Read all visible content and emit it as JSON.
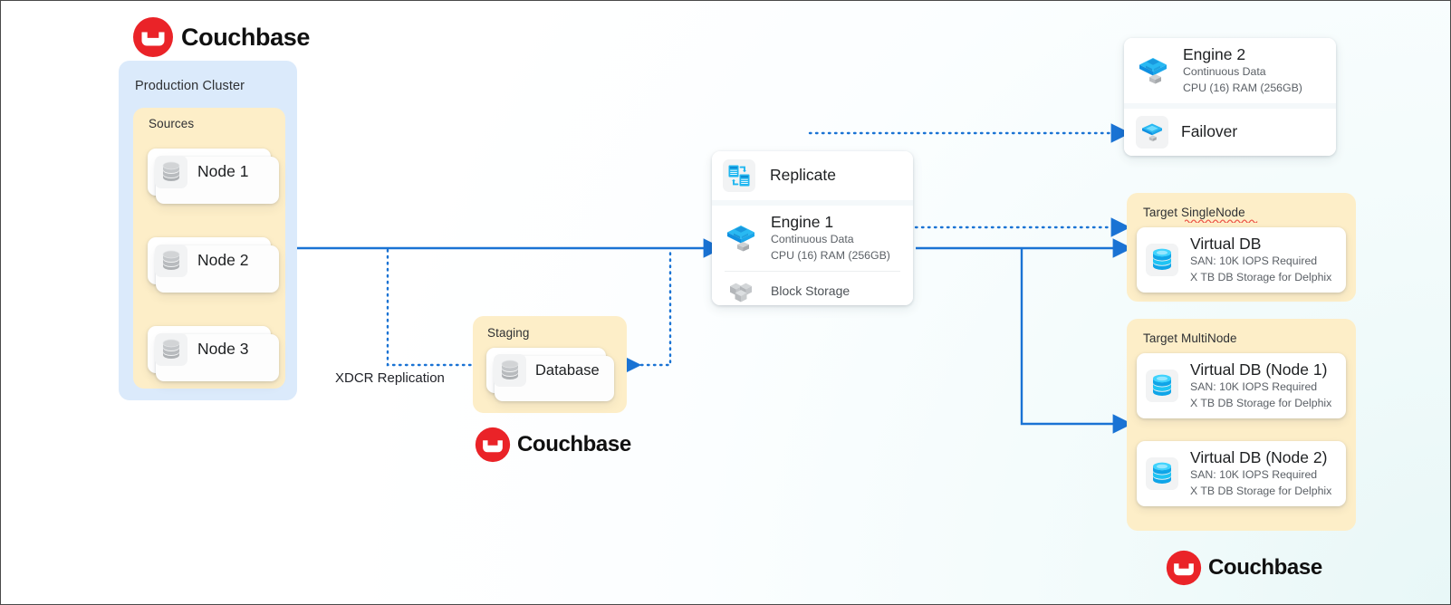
{
  "brand": {
    "name": "Couchbase",
    "color": "#ea2328",
    "logo_icon": "couchbase-logo-icon"
  },
  "production_cluster": {
    "title": "Production Cluster",
    "sources": {
      "title": "Sources",
      "nodes": [
        {
          "label": "Node 1",
          "icon": "database-cylinder-icon"
        },
        {
          "label": "Node 2",
          "icon": "database-cylinder-icon"
        },
        {
          "label": "Node 3",
          "icon": "database-cylinder-icon"
        }
      ]
    }
  },
  "staging": {
    "title": "Staging",
    "database": {
      "label": "Database",
      "icon": "database-cylinder-icon"
    }
  },
  "connectors": {
    "xdcr_label": "XDCR Replication",
    "line_color": "#1a73d4",
    "solid_style": "solid",
    "dotted_style": "dotted"
  },
  "engine_panel": {
    "replicate": {
      "label": "Replicate",
      "icon": "replicate-icon"
    },
    "engine": {
      "label": "Engine 1",
      "sub1": "Continuous Data",
      "sub2": "CPU (16) RAM (256GB)",
      "icon": "engine-cube-icon"
    },
    "block_storage": {
      "label": "Block Storage",
      "icon": "block-storage-icon"
    }
  },
  "failover_panel": {
    "engine": {
      "label": "Engine 2",
      "sub1": "Continuous Data",
      "sub2": "CPU (16) RAM (256GB)",
      "icon": "engine-cube-icon"
    },
    "failover": {
      "label": "Failover",
      "icon": "failover-diamond-icon"
    }
  },
  "target_singlenode": {
    "title": "Target SingleNode",
    "spellcheck_underline": true,
    "items": [
      {
        "label": "Virtual DB",
        "sub1": "SAN: 10K IOPS Required",
        "sub2": "X TB DB Storage for Delphix",
        "icon": "virtual-db-icon"
      }
    ]
  },
  "target_multinode": {
    "title": "Target MultiNode",
    "spellcheck_underline": false,
    "items": [
      {
        "label": "Virtual DB (Node 1)",
        "sub1": "SAN: 10K IOPS Required",
        "sub2": "X TB DB Storage for Delphix",
        "icon": "virtual-db-icon"
      },
      {
        "label": "Virtual DB (Node 2)",
        "sub1": "SAN: 10K IOPS Required",
        "sub2": "X TB DB Storage for Delphix",
        "icon": "virtual-db-icon"
      }
    ]
  },
  "colors": {
    "blue_panel": "#dbeafb",
    "yellow_panel": "#fdeec8",
    "arrow_blue": "#1a73d4",
    "brand_red": "#ea2328",
    "icon_cyan": "#17b6ef",
    "icon_blue": "#0f8fe0"
  }
}
